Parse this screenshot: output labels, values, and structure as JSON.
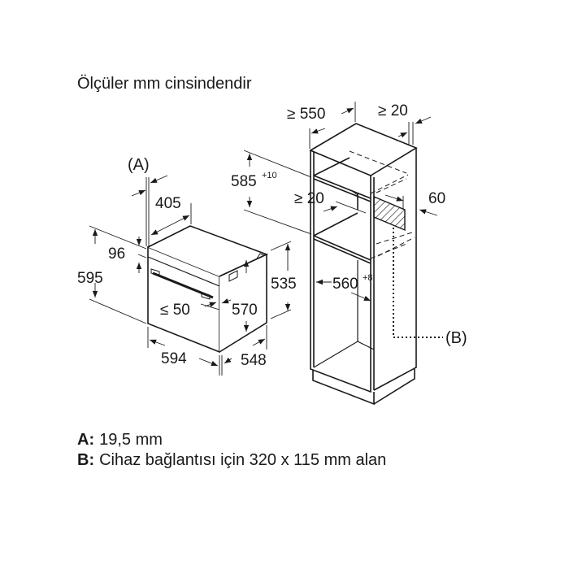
{
  "title": "Ölçüler mm cinsindendir",
  "dims": {
    "oven_A": "(A)",
    "oven_405": "405",
    "oven_96": "96",
    "oven_595": "595",
    "oven_le50": "≤ 50",
    "oven_570": "570",
    "oven_535": "535",
    "oven_594": "594",
    "oven_548": "548",
    "cab_550": "≥ 550",
    "cab_20_top": "≥ 20",
    "cab_585": "585",
    "cab_585_tol": "+10",
    "cab_20_mid": "≥ 20",
    "cab_60": "60",
    "cab_560": "560",
    "cab_560_tol": "+8",
    "cab_B": "(B)"
  },
  "legend": [
    {
      "key": "A:",
      "text": "19,5 mm"
    },
    {
      "key": "B:",
      "text": "Cihaz bağlantısı için 320 x 115 mm alan"
    }
  ]
}
